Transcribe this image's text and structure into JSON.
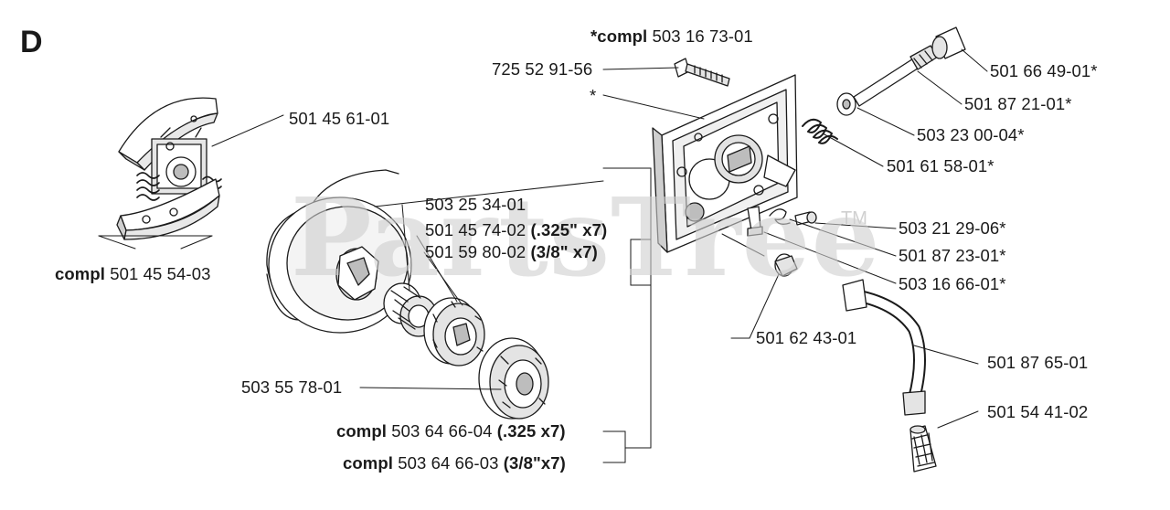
{
  "section_letter": "D",
  "watermark": {
    "text": "PartsTree",
    "tm": "TM"
  },
  "labels": {
    "l_503_16_73": {
      "prefix": "*compl",
      "number": "503 16 73-01"
    },
    "l_725_52_91": {
      "number": "725 52 91-56"
    },
    "l_star": {
      "number": "*"
    },
    "l_501_66_49": {
      "number": "501 66 49-01*"
    },
    "l_501_87_21": {
      "number": "501 87 21-01*"
    },
    "l_503_23_00": {
      "number": "503 23 00-04*"
    },
    "l_501_61_58": {
      "number": "501 61 58-01*"
    },
    "l_501_45_61": {
      "number": "501 45 61-01"
    },
    "l_compl_501_45_54": {
      "prefix": "compl",
      "number": "501 45 54-03"
    },
    "l_503_25_34": {
      "number": "503 25 34-01"
    },
    "l_501_45_74": {
      "number": "501 45 74-02",
      "suffix": "(.325\" x7)"
    },
    "l_501_59_80": {
      "number": "501 59 80-02",
      "suffix": "(3/8\" x7)"
    },
    "l_503_21_29": {
      "number": "503 21 29-06*"
    },
    "l_501_87_23": {
      "number": "501 87 23-01*"
    },
    "l_503_16_66": {
      "number": "503 16 66-01*"
    },
    "l_501_62_43": {
      "number": "501 62 43-01"
    },
    "l_501_87_65": {
      "number": "501 87 65-01"
    },
    "l_503_55_78": {
      "number": "503 55 78-01"
    },
    "l_501_54_41": {
      "number": "501 54 41-02"
    },
    "l_compl_503_64_66_04": {
      "prefix": "compl",
      "number": "503 64 66-04",
      "suffix": "(.325 x7)"
    },
    "l_compl_503_64_66_03": {
      "prefix": "compl",
      "number": "503 64 66-03",
      "suffix": "(3/8\"x7)"
    }
  }
}
